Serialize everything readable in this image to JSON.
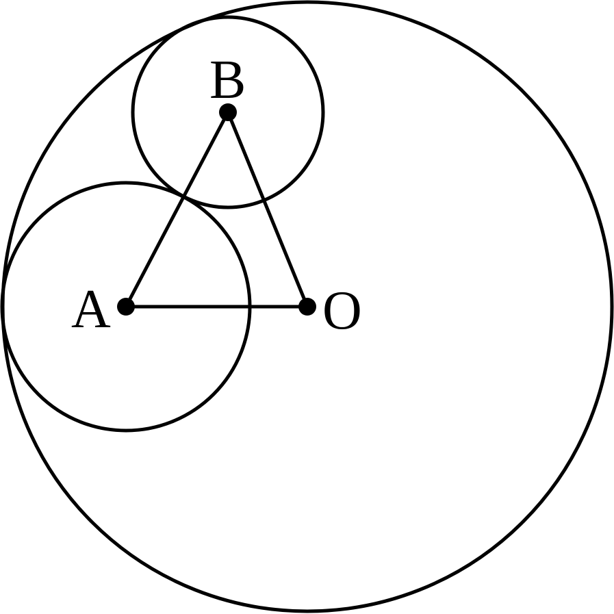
{
  "diagram": {
    "labels": {
      "A": "A",
      "B": "B",
      "O": "O"
    },
    "colors": {
      "stroke": "#000000",
      "background": "#ffffff"
    }
  }
}
